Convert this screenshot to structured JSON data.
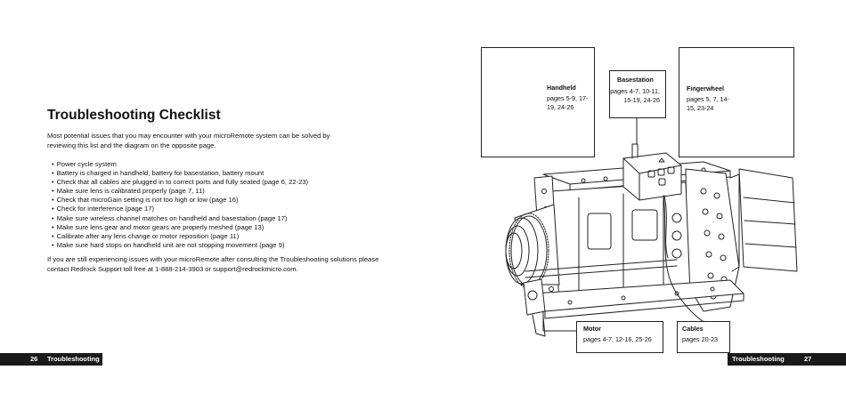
{
  "left_page": {
    "title": "Troubleshooting Checklist",
    "intro": "Most potential issues that you may encounter with your microRemote system can be solved by reviewing this list and the diagram on the opposite page.",
    "checklist": [
      "Power cycle system",
      "Battery is charged in handheld, battery for basestation, battery mount",
      "Check that all cables are plugged in to correct ports and fully seated (page 6, 22-23)",
      "Make sure lens is calibrated properly (page 7, 11)",
      "Check that microGain setting is not too high or low (page 16)",
      "Check for interference (page 17)",
      "Make sure wireless channel matches on handheld and basestation (page 17)",
      "Make sure lens gear and motor gears are properly meshed (page 13)",
      "Calibrate after any lens change or motor reposition (page 11)",
      "Make sure hard stops on handheld unit are not stopping movement (page 9)"
    ],
    "outro": "If you are still experiencing issues with your microRemote after consulting the Troubleshooting solutions please contact Redrock Support toll free at 1-888-214-3903  or support@redrockmicro.com.",
    "footer": {
      "page_number": "26",
      "section": "Troubleshooting"
    }
  },
  "right_page": {
    "callouts": {
      "handheld": {
        "title": "Handheld",
        "pages": "pages 5-9, 17-19, 24-26"
      },
      "basestation": {
        "title": "Basestation",
        "pages": "pages 4-7, 10-11, 15-19, 24-26"
      },
      "fingerwheel": {
        "title": "Fingerwheel",
        "pages": "pages 5, 7, 14-15, 23-24"
      },
      "motor": {
        "title": "Motor",
        "pages": "pages 4-7, 12-16, 25-26"
      },
      "cables": {
        "title": "Cables",
        "pages": "pages 20-23"
      }
    },
    "footer": {
      "section": "Troubleshooting",
      "page_number": "27"
    }
  }
}
